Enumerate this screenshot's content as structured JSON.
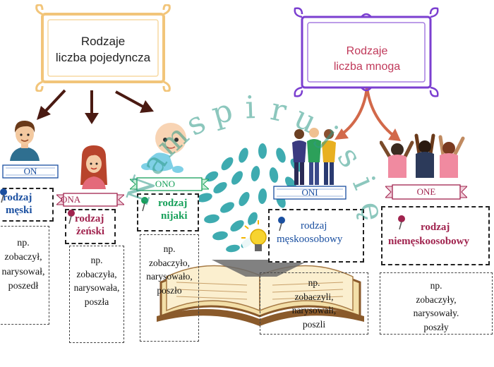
{
  "singular": {
    "line1": "Rodzaje",
    "line2": "liczba pojedyncza"
  },
  "plural": {
    "line1": "Rodzaje",
    "line2": "liczba mnoga"
  },
  "colors": {
    "singular_frame": "#f2c57a",
    "plural_frame": "#7b3fd0",
    "plural_text": "#c0395a",
    "masc": "#1a4fa0",
    "fem": "#a0234e",
    "neut": "#17a05a",
    "arrow_dark": "#4a1a12",
    "arrow_light": "#d2694a",
    "watermark": "#2f9a88"
  },
  "watermark": {
    "letters": [
      "N",
      "a",
      "m",
      "s",
      "p",
      "i",
      "r",
      "u",
      "j",
      "s",
      "i",
      "ę"
    ]
  },
  "genders": [
    {
      "banner": "ON",
      "label1": "rodzaj",
      "label2": "męski",
      "ex": [
        "np.",
        "zobaczył,",
        "narysował,",
        "poszedł"
      ],
      "color": "#1a4fa0"
    },
    {
      "banner": "ONA",
      "label1": "rodzaj",
      "label2": "żeński",
      "ex": [
        "np.",
        "zobaczyła,",
        "narysowała,",
        "poszła"
      ],
      "color": "#a0234e"
    },
    {
      "banner": "ONO",
      "label1": "rodzaj",
      "label2": "nijaki",
      "ex": [
        "np.",
        "zobaczyło,",
        "narysowało,",
        "poszło"
      ],
      "color": "#17a05a"
    },
    {
      "banner": "ONI",
      "label1": "rodzaj",
      "label2": "męskoosobowy",
      "ex": [
        "np.",
        "zobaczyli,",
        "narysowali,",
        "poszli"
      ],
      "color": "#1a4fa0"
    },
    {
      "banner": "ONE",
      "label1": "rodzaj",
      "label2": "niemęskoosobowy",
      "ex": [
        "np.",
        "zobaczyły,",
        "narysowały.",
        "poszły"
      ],
      "color": "#a0234e"
    }
  ]
}
